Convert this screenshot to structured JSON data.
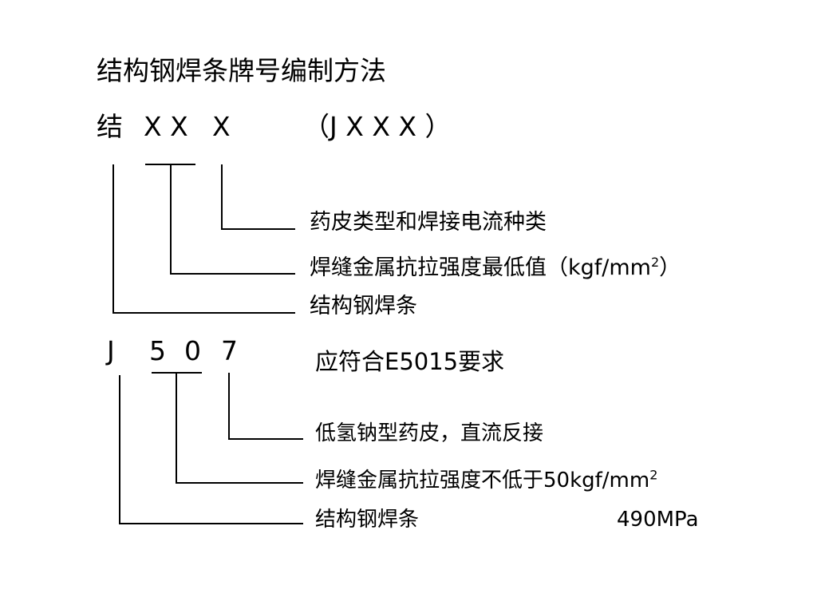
{
  "title": "结构钢焊条牌号编制方法",
  "pattern": {
    "prefix": "结",
    "xx": "X X",
    "x": "X",
    "alt": "（J X X X ）"
  },
  "pattern_labels": {
    "coating": "药皮类型和焊接电流种类",
    "strength_pre": "焊缝金属抗拉强度最低值（kgf/mm",
    "strength_sup": "2",
    "strength_post": "）",
    "category": "结构钢焊条"
  },
  "example": {
    "j": "J",
    "five": "5",
    "zero": "0",
    "seven": "7",
    "note": "应符合E5015要求"
  },
  "example_labels": {
    "coating": "低氢钠型药皮，直流反接",
    "strength_pre": "焊缝金属抗拉强度不低于50kgf/mm",
    "strength_sup": "2",
    "category": "结构钢焊条",
    "mpa": "490MPa"
  }
}
